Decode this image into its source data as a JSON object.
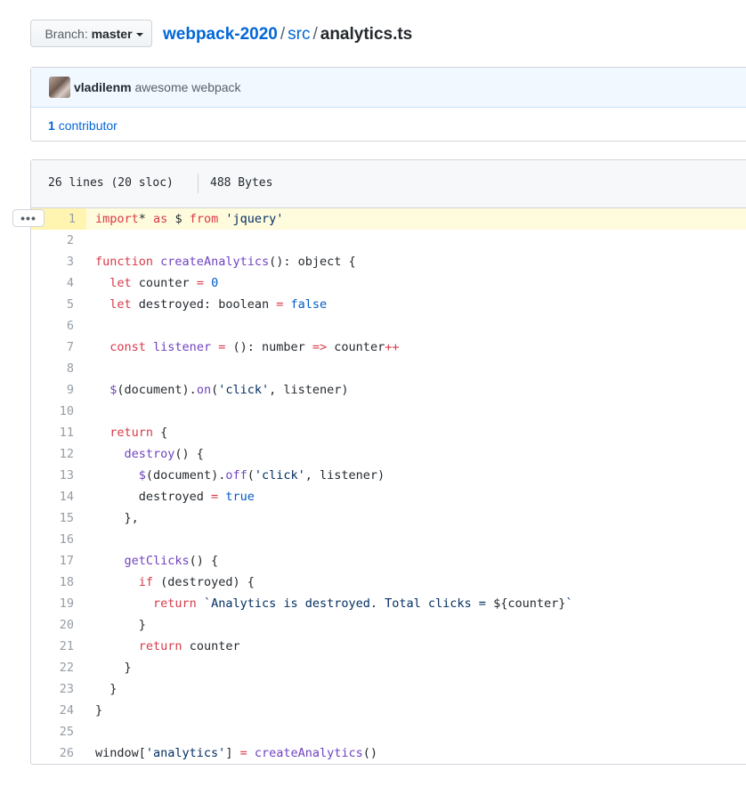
{
  "branch": {
    "label": "Branch:",
    "name": "master"
  },
  "breadcrumb": {
    "repo": "webpack-2020",
    "sep1": "/",
    "folder": "src",
    "sep2": "/",
    "file": "analytics.ts"
  },
  "commit": {
    "author": "vladilenm",
    "message": "awesome webpack"
  },
  "contributors": {
    "count": "1",
    "label": "contributor"
  },
  "file_info": {
    "lines": "26 lines (20 sloc)",
    "size": "488 Bytes"
  },
  "more_icon": "kebab-horizontal-icon",
  "colors": {
    "keyword": "#d73a49",
    "string": "#032f62",
    "constant": "#005cc5",
    "function": "#6f42c1",
    "link": "#0366d6",
    "highlight": "#fffbdd"
  },
  "highlighted_line": 1,
  "code_lines": [
    [
      [
        "k",
        "import"
      ],
      [
        "",
        "*"
      ],
      [
        "k",
        " as"
      ],
      [
        "",
        " $ "
      ],
      [
        "k",
        "from"
      ],
      [
        "",
        " "
      ],
      [
        "s",
        "'jquery'"
      ]
    ],
    [],
    [
      [
        "k",
        "function"
      ],
      [
        "",
        " "
      ],
      [
        "f",
        "createAnalytics"
      ],
      [
        "",
        "(): object {"
      ]
    ],
    [
      [
        "",
        "  "
      ],
      [
        "k",
        "let"
      ],
      [
        "",
        " counter "
      ],
      [
        "k",
        "="
      ],
      [
        "",
        " "
      ],
      [
        "c1",
        "0"
      ]
    ],
    [
      [
        "",
        "  "
      ],
      [
        "k",
        "let"
      ],
      [
        "",
        " destroyed: boolean "
      ],
      [
        "k",
        "="
      ],
      [
        "",
        " "
      ],
      [
        "c1",
        "false"
      ]
    ],
    [],
    [
      [
        "",
        "  "
      ],
      [
        "k",
        "const"
      ],
      [
        "",
        " "
      ],
      [
        "f",
        "listener"
      ],
      [
        "",
        " "
      ],
      [
        "k",
        "="
      ],
      [
        "",
        " (): number "
      ],
      [
        "k",
        "=>"
      ],
      [
        "",
        " counter"
      ],
      [
        "k",
        "++"
      ]
    ],
    [],
    [
      [
        "",
        "  "
      ],
      [
        "f",
        "$"
      ],
      [
        "",
        "(document)."
      ],
      [
        "f",
        "on"
      ],
      [
        "",
        "("
      ],
      [
        "s",
        "'click'"
      ],
      [
        "",
        ", listener)"
      ]
    ],
    [],
    [
      [
        "",
        "  "
      ],
      [
        "k",
        "return"
      ],
      [
        "",
        " {"
      ]
    ],
    [
      [
        "",
        "    "
      ],
      [
        "f",
        "destroy"
      ],
      [
        "",
        "() {"
      ]
    ],
    [
      [
        "",
        "      "
      ],
      [
        "f",
        "$"
      ],
      [
        "",
        "(document)."
      ],
      [
        "f",
        "off"
      ],
      [
        "",
        "("
      ],
      [
        "s",
        "'click'"
      ],
      [
        "",
        ", listener)"
      ]
    ],
    [
      [
        "",
        "      destroyed "
      ],
      [
        "k",
        "="
      ],
      [
        "",
        " "
      ],
      [
        "c1",
        "true"
      ]
    ],
    [
      [
        "",
        "    },"
      ]
    ],
    [],
    [
      [
        "",
        "    "
      ],
      [
        "f",
        "getClicks"
      ],
      [
        "",
        "() {"
      ]
    ],
    [
      [
        "",
        "      "
      ],
      [
        "k",
        "if"
      ],
      [
        "",
        " (destroyed) {"
      ]
    ],
    [
      [
        "",
        "        "
      ],
      [
        "k",
        "return"
      ],
      [
        "",
        " "
      ],
      [
        "s",
        "`Analytics is destroyed. Total clicks = "
      ],
      [
        "",
        "${counter}"
      ],
      [
        "s",
        "`"
      ]
    ],
    [
      [
        "",
        "      }"
      ]
    ],
    [
      [
        "",
        "      "
      ],
      [
        "k",
        "return"
      ],
      [
        "",
        " counter"
      ]
    ],
    [
      [
        "",
        "    }"
      ]
    ],
    [
      [
        "",
        "  }"
      ]
    ],
    [
      [
        "",
        "}"
      ]
    ],
    [],
    [
      [
        "",
        "window["
      ],
      [
        "s",
        "'analytics'"
      ],
      [
        "",
        "] "
      ],
      [
        "k",
        "="
      ],
      [
        "",
        " "
      ],
      [
        "f",
        "createAnalytics"
      ],
      [
        "",
        "()"
      ]
    ]
  ]
}
